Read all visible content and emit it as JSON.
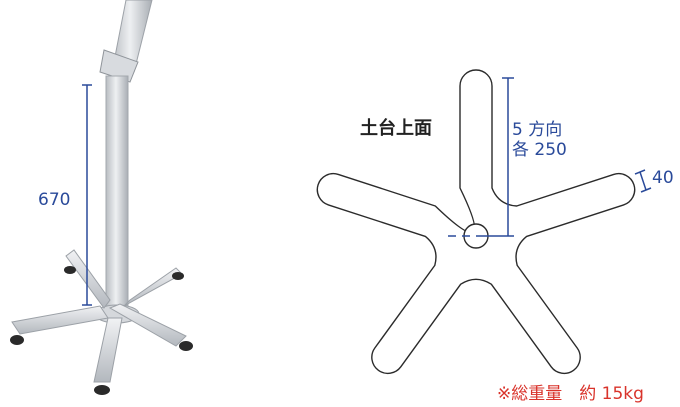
{
  "photo": {
    "height_label": "670"
  },
  "diagram": {
    "title": "土台上面",
    "arm_spec_line1": "5 方向",
    "arm_spec_line2": "各 250",
    "arm_width": "40"
  },
  "footer": {
    "weight_note": "※総重量　約 15kg"
  },
  "colors": {
    "dimension": "#2a4a9a",
    "note": "#d9332b",
    "outline": "#2b2b2b"
  }
}
